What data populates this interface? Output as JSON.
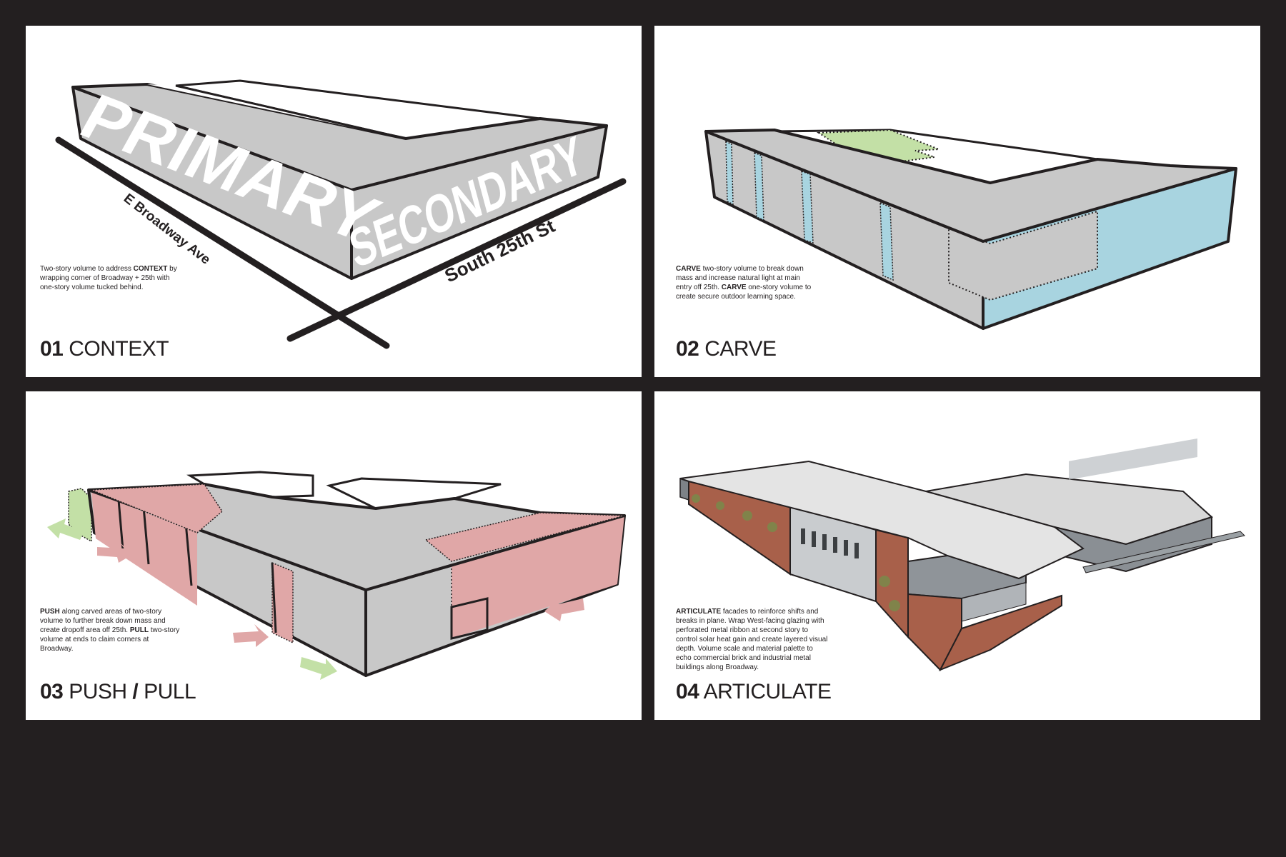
{
  "panels": [
    {
      "number": "01",
      "title": "CONTEXT",
      "desc_parts": [
        "Two-story volume to address ",
        "CONTEXT",
        " by wrapping corner of Broadway + 25th with one-story volume tucked behind."
      ],
      "labels": {
        "primary": "PRIMARY",
        "secondary": "SECONDARY",
        "street_1": "E Broadway Ave",
        "street_2": "South 25th St"
      }
    },
    {
      "number": "02",
      "title": "CARVE",
      "desc_parts": [
        "CARVE",
        " two-story volume to break down mass and increase natural light at main entry off 25th. ",
        "CARVE",
        " one-story volume to create secure outdoor learning space."
      ]
    },
    {
      "number": "03",
      "title_a": "PUSH",
      "title_slash": "/",
      "title_b": "PULL",
      "desc_parts": [
        "PUSH",
        " along carved areas of two-story volume to further break down mass and create dropoff area off 25th. ",
        "PULL",
        " two-story volume at ends to claim corners at Broadway."
      ]
    },
    {
      "number": "04",
      "title": "ARTICULATE",
      "desc_parts": [
        "ARTICULATE",
        " facades to reinforce shifts and breaks in plane. Wrap West-facing glazing with perforated metal ribbon at second story to control solar heat gain and create layered visual depth. Volume scale and material palette to echo commercial brick and industrial metal buildings along Broadway."
      ]
    }
  ],
  "colors": {
    "background": "#231f20",
    "mass_gray": "#c8c8c8",
    "carve_blue": "#a8d4e0",
    "carve_green": "#c3e0a6",
    "push_red": "#e0a7a7",
    "pull_green": "#c3e0a6",
    "brick": "#a8604a",
    "roof": "#e4e4e4"
  }
}
